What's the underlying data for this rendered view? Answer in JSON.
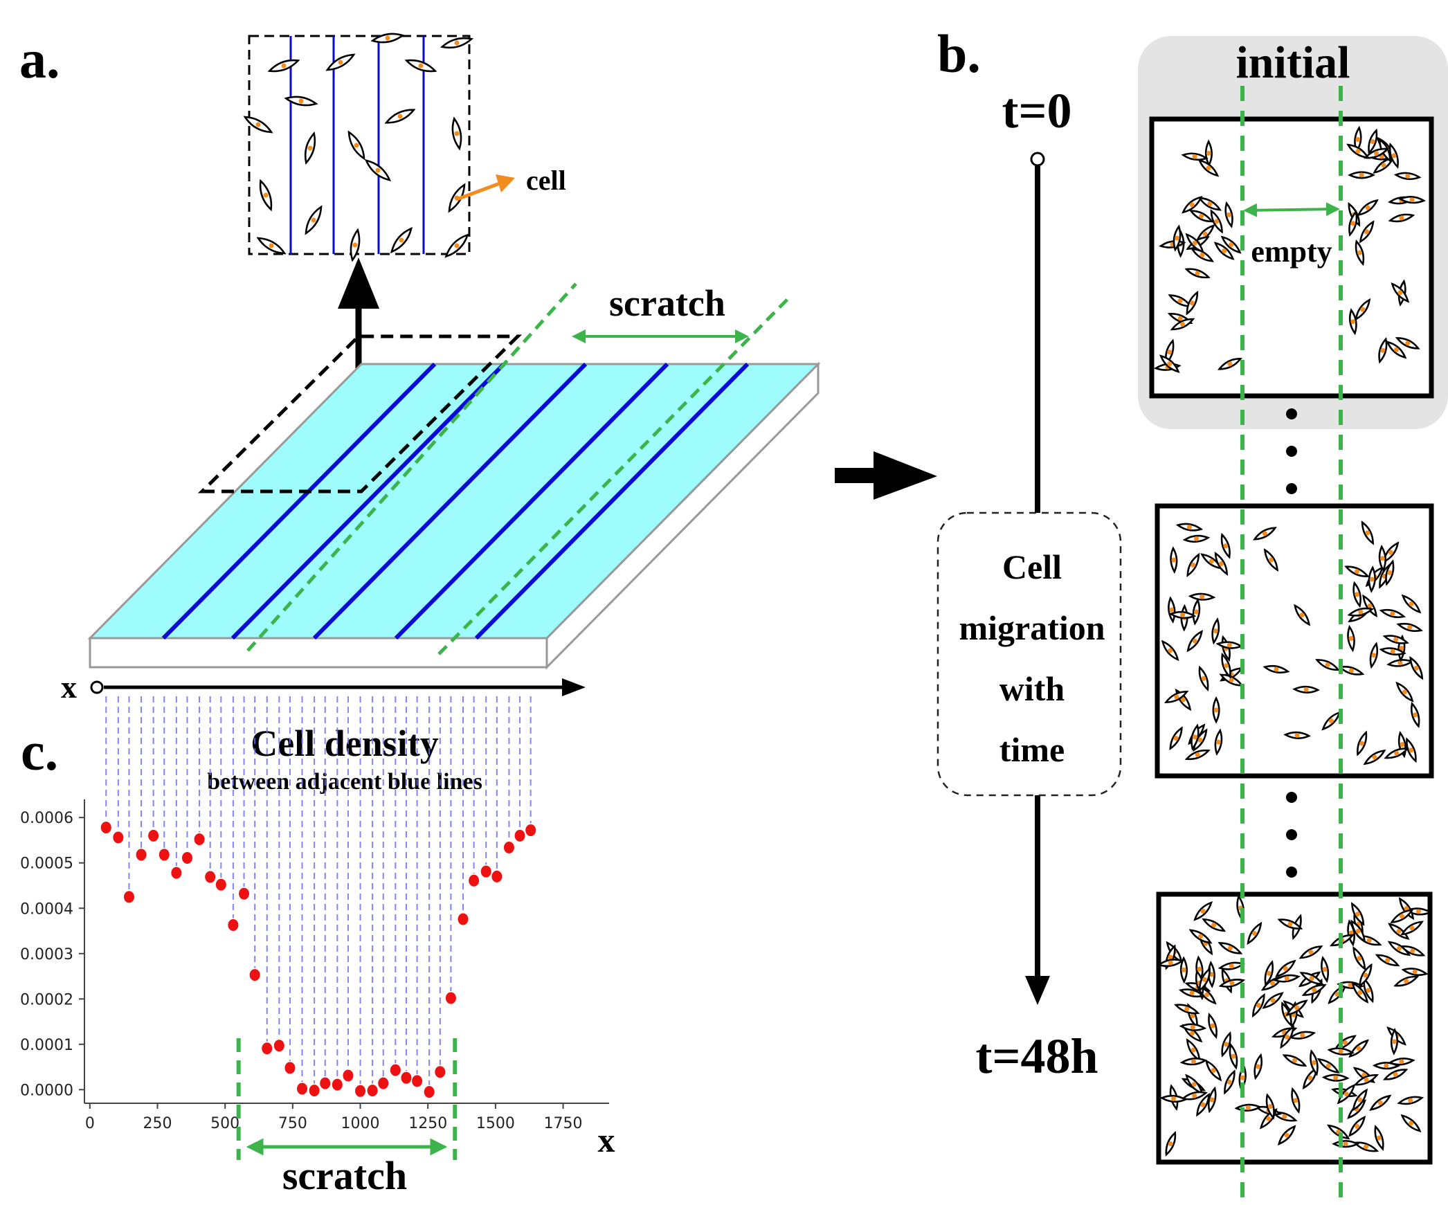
{
  "panels": {
    "a": {
      "label": "a.",
      "inset_callout": "cell",
      "scratch_label": "scratch",
      "axis_label": "x"
    },
    "b": {
      "label": "b.",
      "t_start": "t=0",
      "t_end": "t=48h",
      "process_lines": [
        "Cell",
        "migration",
        "with",
        "time"
      ],
      "initial_title": "initial",
      "empty_label": "empty"
    },
    "c": {
      "label": "c.",
      "title": "Cell density",
      "subtitle": "between adjacent blue lines",
      "scratch_label": "scratch",
      "xlabel": "x"
    }
  },
  "colors": {
    "cell_nucleus": "#f28c1e",
    "blue_lines": "#0a0ad6",
    "scratch_guides": "#3cb44b",
    "plate_top": "#9ffcfc",
    "points": "#ee1111",
    "gray_box": "#e4e4e4"
  },
  "chart_data": {
    "type": "scatter",
    "title": "Cell density",
    "subtitle": "between adjacent blue lines",
    "xlabel": "x",
    "ylabel": "",
    "xlim": [
      -20,
      1920
    ],
    "ylim": [
      -3e-05,
      0.00064
    ],
    "xticks": [
      0,
      250,
      500,
      750,
      1000,
      1250,
      1500,
      1750
    ],
    "yticks": [
      0.0,
      0.0001,
      0.0002,
      0.0003,
      0.0004,
      0.0005,
      0.0006
    ],
    "ytick_labels": [
      "0.0000",
      "0.0001",
      "0.0002",
      "0.0003",
      "0.0004",
      "0.0005",
      "0.0006"
    ],
    "scratch_range": [
      550,
      1350
    ],
    "x": [
      60,
      105,
      145,
      190,
      235,
      275,
      320,
      360,
      405,
      445,
      485,
      530,
      570,
      610,
      655,
      700,
      740,
      785,
      830,
      870,
      915,
      955,
      1000,
      1045,
      1085,
      1130,
      1170,
      1210,
      1255,
      1295,
      1335,
      1380,
      1420,
      1465,
      1505,
      1550,
      1590,
      1630
    ],
    "values": [
      0.000578,
      0.000556,
      0.000425,
      0.000518,
      0.00056,
      0.000518,
      0.000478,
      0.000511,
      0.000552,
      0.000469,
      0.000452,
      0.000363,
      0.000432,
      0.000253,
      9.1e-05,
      9.7e-05,
      4.8e-05,
      2e-06,
      -2e-06,
      1.4e-05,
      1.1e-05,
      3.1e-05,
      -3e-06,
      -2e-06,
      1.4e-05,
      4.3e-05,
      2.6e-05,
      1.9e-05,
      -5e-06,
      3.9e-05,
      0.000202,
      0.000376,
      0.000461,
      0.000481,
      0.00047,
      0.000534,
      0.00056,
      0.000572
    ]
  }
}
